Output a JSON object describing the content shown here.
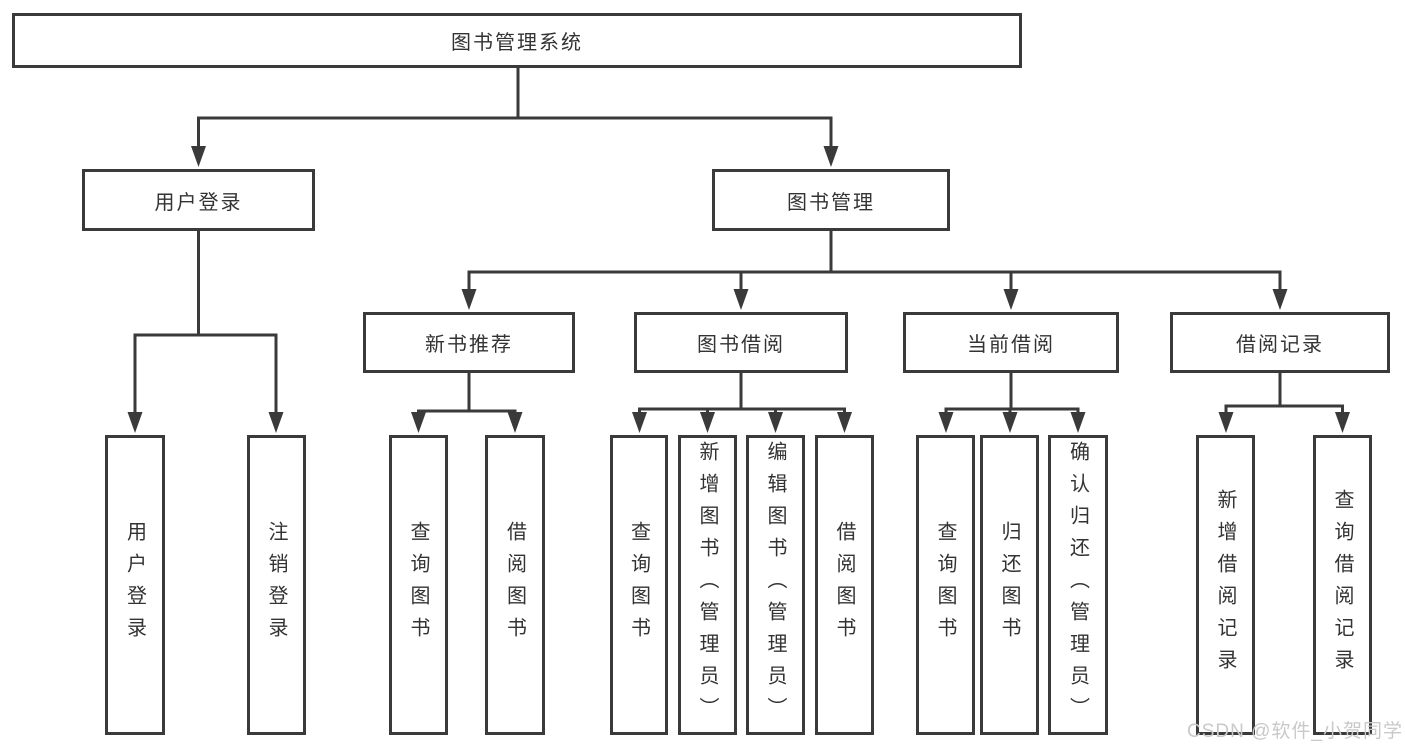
{
  "diagram": {
    "title": "图书管理系统",
    "root": {
      "label": "图书管理系统"
    },
    "branches": [
      {
        "label": "用户登录",
        "children": [
          {
            "label": "用户登录"
          },
          {
            "label": "注销登录"
          }
        ]
      },
      {
        "label": "图书管理",
        "children": [
          {
            "label": "新书推荐",
            "children": [
              {
                "label": "查询图书"
              },
              {
                "label": "借阅图书"
              }
            ]
          },
          {
            "label": "图书借阅",
            "children": [
              {
                "label": "查询图书"
              },
              {
                "label": "新增图书（管理员）"
              },
              {
                "label": "编辑图书（管理员）"
              },
              {
                "label": "借阅图书"
              }
            ]
          },
          {
            "label": "当前借阅",
            "children": [
              {
                "label": "查询图书"
              },
              {
                "label": "归还图书"
              },
              {
                "label": "确认归还（管理员）"
              }
            ]
          },
          {
            "label": "借阅记录",
            "children": [
              {
                "label": "新增借阅记录"
              },
              {
                "label": "查询借阅记录"
              }
            ]
          }
        ]
      }
    ]
  },
  "watermark": {
    "text": "CSDN @软件_小贺同学"
  },
  "colors": {
    "line": "#3a3a3a",
    "text": "#333333",
    "box_background": "#ffffff",
    "page_background": "#ffffff",
    "watermark_color": "#c9c9c9"
  }
}
